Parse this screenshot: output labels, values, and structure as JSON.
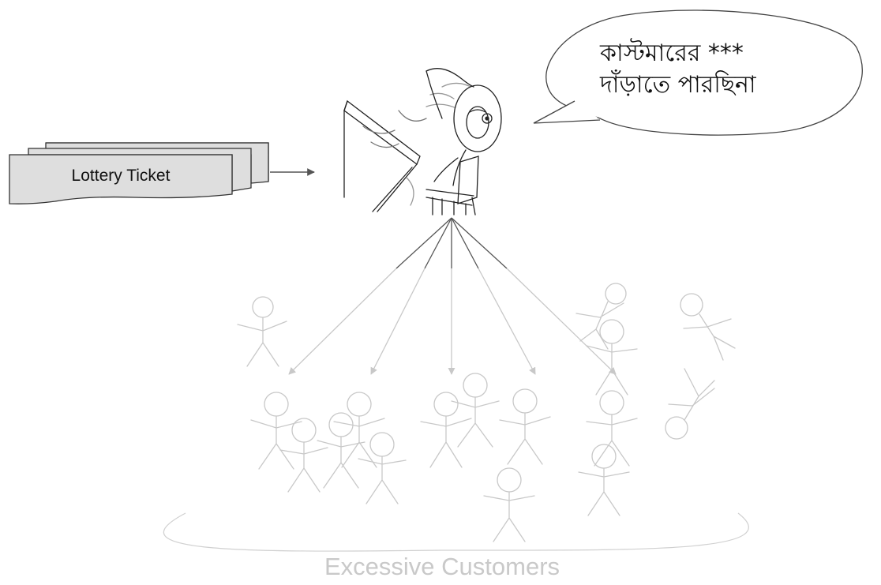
{
  "ticket": {
    "label": "Lottery Ticket"
  },
  "speech": {
    "line1": "কাস্টমারের ***",
    "line2": "দাঁড়াতে পারছিনা"
  },
  "footer": {
    "label": "Excessive Customers"
  },
  "colors": {
    "ink": "#111111",
    "ticket_fill": "#dedede",
    "arrow": "#555555",
    "faded": "#c8c8c8"
  }
}
